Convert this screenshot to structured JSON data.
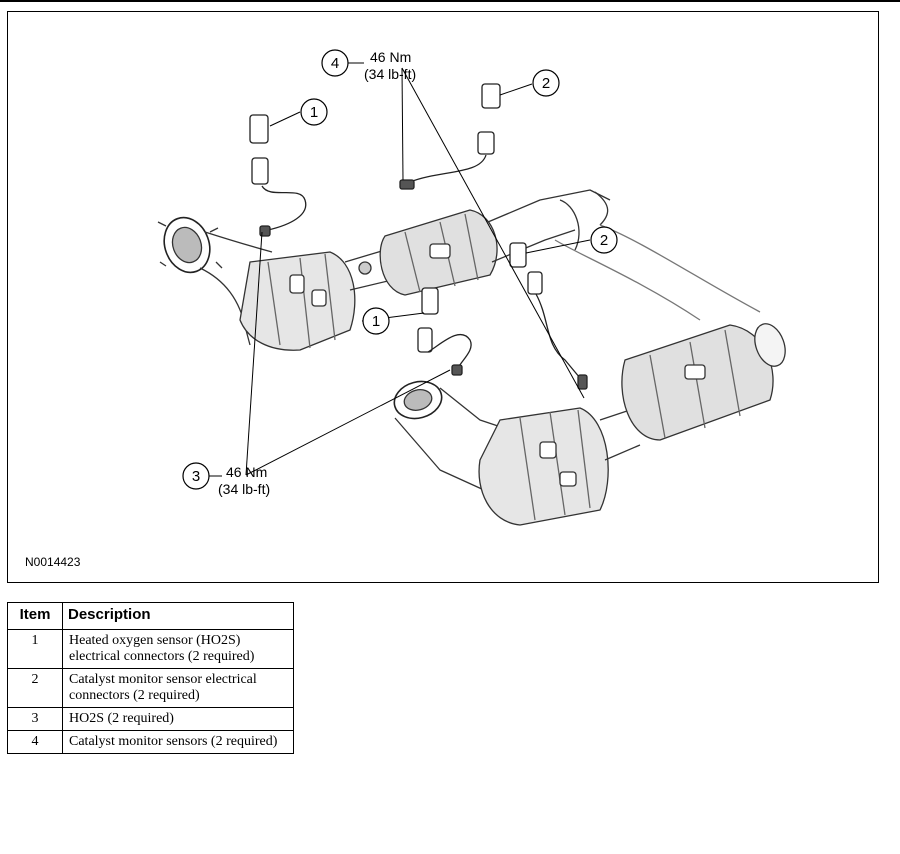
{
  "figure": {
    "id": "N0014423",
    "callouts": [
      {
        "number": "1"
      },
      {
        "number": "1"
      },
      {
        "number": "2"
      },
      {
        "number": "2"
      },
      {
        "number": "3",
        "torque_nm": "46 Nm",
        "torque_lbft": "(34 lb-ft)"
      },
      {
        "number": "4",
        "torque_nm": "46 Nm",
        "torque_lbft": "(34 lb-ft)"
      }
    ]
  },
  "table": {
    "headers": {
      "item": "Item",
      "description": "Description"
    },
    "rows": [
      {
        "item": "1",
        "description": "Heated oxygen sensor (HO2S) electrical connectors (2 required)"
      },
      {
        "item": "2",
        "description": "Catalyst monitor sensor electrical connectors (2 required)"
      },
      {
        "item": "3",
        "description": "HO2S (2 required)"
      },
      {
        "item": "4",
        "description": "Catalyst monitor sensors (2 required)"
      }
    ]
  }
}
